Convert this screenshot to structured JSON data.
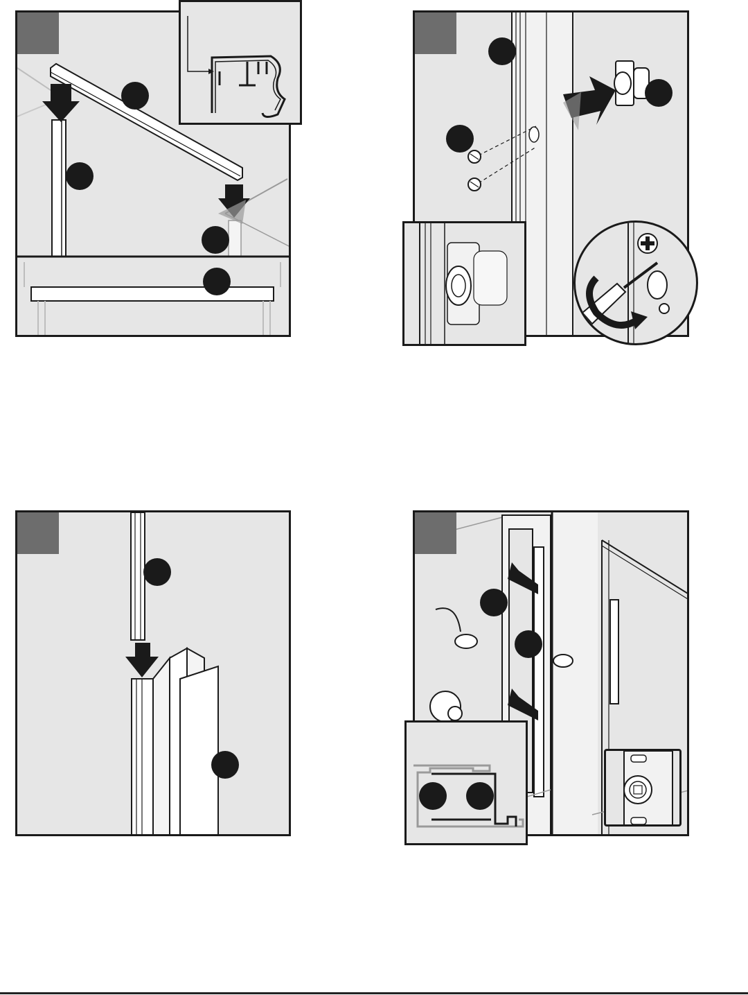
{
  "page": {
    "title": "",
    "accent_colors": {
      "panel_fill": "#e6e6e6",
      "outline": "#1a1a1a",
      "step_tag": "#6d6d6d",
      "callout": "#1a1a1a"
    }
  },
  "panels": [
    {
      "id": "top-left",
      "step_label": "",
      "callouts": [
        "",
        "",
        "",
        ""
      ],
      "icons": [
        "header-rail",
        "down-arrow-icon",
        "jamb-profile-inset"
      ]
    },
    {
      "id": "top-right",
      "step_label": "",
      "callouts": [
        "",
        "",
        ""
      ],
      "icons": [
        "latch-icon",
        "screw-icon",
        "screwdriver-icon",
        "phillips-icon"
      ]
    },
    {
      "id": "bottom-left",
      "step_label": "",
      "callouts": [
        "",
        ""
      ],
      "icons": [
        "seal-strip",
        "down-arrow-icon",
        "jamb-extrusion"
      ]
    },
    {
      "id": "bottom-right",
      "step_label": "",
      "callouts": [
        "",
        "",
        "",
        ""
      ],
      "icons": [
        "shower-head-icon",
        "valve-icon",
        "strike-plate-icon",
        "right-arrow-icon"
      ]
    }
  ]
}
